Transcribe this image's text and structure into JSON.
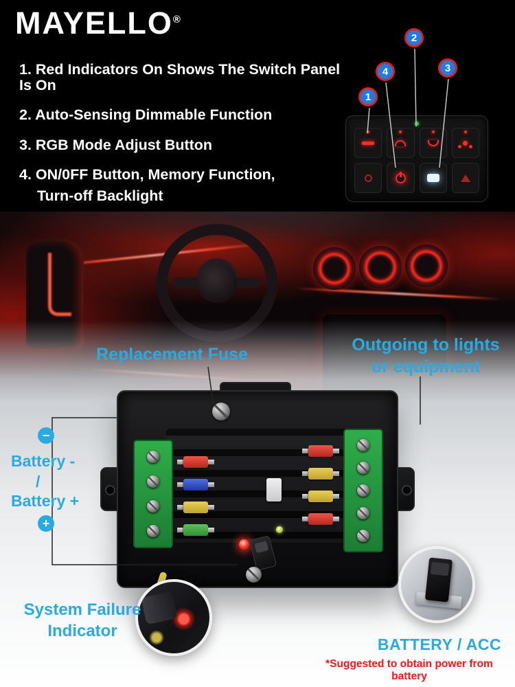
{
  "brand": {
    "logo_text": "MAYELLO",
    "registered": "®"
  },
  "features": [
    {
      "text": "1. Red Indicators On Shows The Switch Panel Is On",
      "indent": false
    },
    {
      "text": "2. Auto-Sensing Dimmable Function",
      "indent": false
    },
    {
      "text": "3. RGB Mode Adjust Button",
      "indent": false
    },
    {
      "text": "4. ON/0FF Button, Memory Function,",
      "indent": false
    },
    {
      "text": "Turn-off Backlight",
      "indent": true
    }
  ],
  "panel": {
    "callouts": [
      {
        "number": "1"
      },
      {
        "number": "2"
      },
      {
        "number": "3"
      },
      {
        "number": "4"
      }
    ],
    "buttons": [
      {
        "icon": "light-bar-icon"
      },
      {
        "icon": "front-lights-icon"
      },
      {
        "icon": "rear-lights-icon"
      },
      {
        "icon": "rock-lights-icon"
      },
      {
        "icon": "spot-lights-icon"
      },
      {
        "icon": "power-icon"
      },
      {
        "icon": "rgb-mode-icon"
      },
      {
        "icon": "strobe-icon"
      }
    ]
  },
  "diagram": {
    "replacement_fuse_label": "Replacement Fuse",
    "outgoing_label": "Outgoing to lights\nor equipment",
    "battery_minus_label": "Battery -",
    "separator": "/",
    "battery_plus_label": "Battery +",
    "minus_symbol": "−",
    "plus_symbol": "+",
    "system_failure_label": "System Failure\nIndicator",
    "battery_acc_label": "BATTERY / ACC",
    "power_note": "*Suggested to obtain power from battery"
  },
  "colors": {
    "accent_cyan": "#29ABE2",
    "indicator_red": "#FF2A2A",
    "callout_blue": "#1F7DE0",
    "callout_ring_red": "#E01F1F",
    "note_red": "#FF1414",
    "terminal_green": "#2FAE4A"
  }
}
